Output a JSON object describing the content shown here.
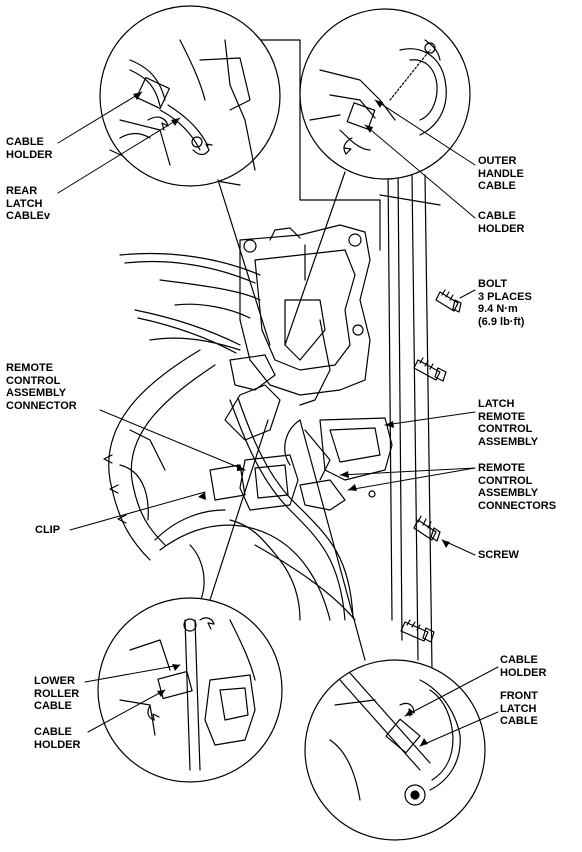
{
  "labels": {
    "cable_holder_top_left": "CABLE\nHOLDER",
    "rear_latch_cable": "REAR\nLATCH\nCABLEv",
    "outer_handle_cable": "OUTER\nHANDLE\nCABLE",
    "cable_holder_top_right": "CABLE\nHOLDER",
    "bolt": "BOLT\n3 PLACES\n9.4 N·m\n(6.9 lb·ft)",
    "remote_control_assembly_connector": "REMOTE\nCONTROL\nASSEMBLY\nCONNECTOR",
    "latch_remote_control_assembly": "LATCH\nREMOTE\nCONTROL\nASSEMBLY",
    "remote_control_assembly_connectors": "REMOTE\nCONTROL\nASSEMBLY\nCONNECTORS",
    "clip": "CLIP",
    "screw": "SCREW",
    "lower_roller_cable": "LOWER\nROLLER\nCABLE",
    "cable_holder_bottom_left": "CABLE\nHOLDER",
    "cable_holder_bottom_right": "CABLE\nHOLDER",
    "front_latch_cable": "FRONT\nLATCH\nCABLE"
  },
  "colors": {
    "ink": "#000000",
    "paper": "#ffffff"
  }
}
